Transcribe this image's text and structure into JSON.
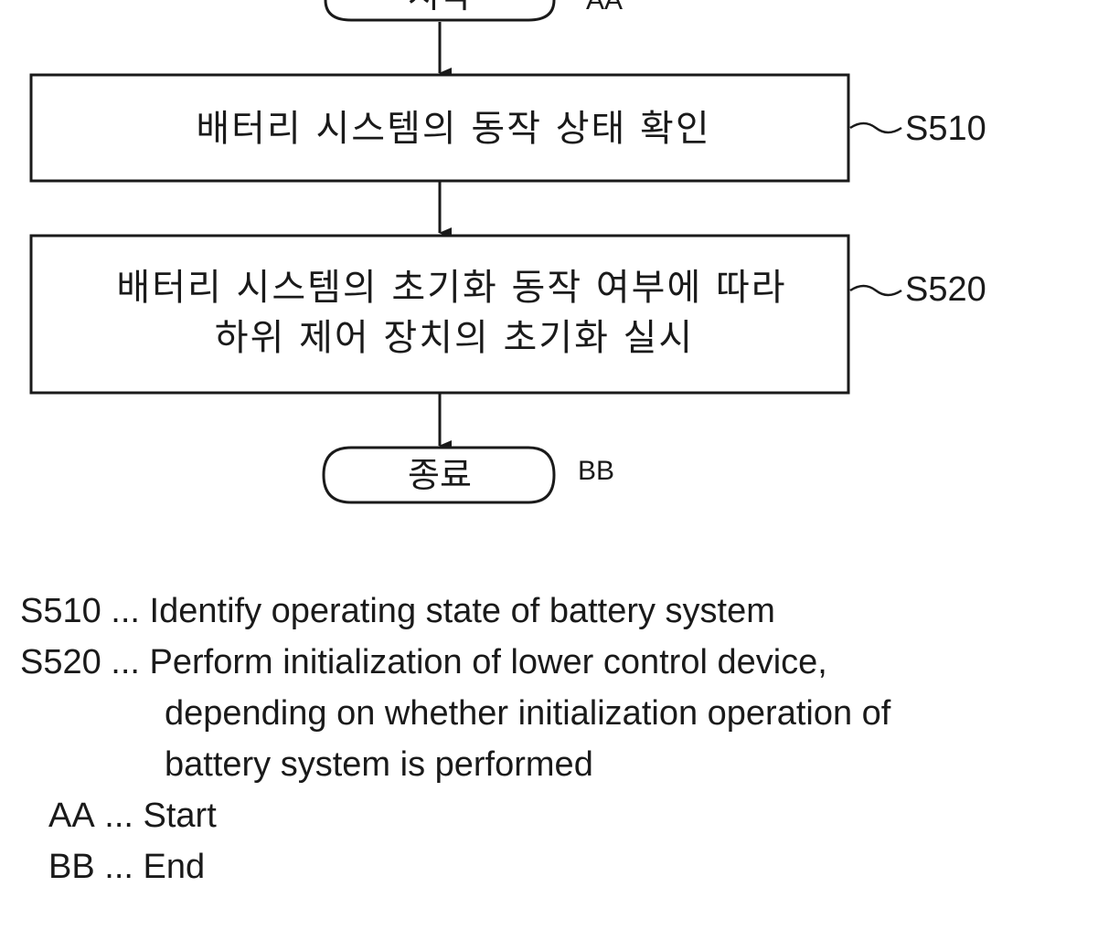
{
  "flowchart": {
    "start": {
      "label": "시작",
      "code": "AA"
    },
    "steps": [
      {
        "ref": "S510",
        "lines": [
          "배터리 시스템의 동작 상태 확인"
        ]
      },
      {
        "ref": "S520",
        "lines": [
          "배터리 시스템의 초기화 동작 여부에 따라",
          "하위 제어 장치의 초기화 실시"
        ]
      }
    ],
    "end": {
      "label": "종료",
      "code": "BB"
    }
  },
  "legend": [
    {
      "code": "S510",
      "sep": " ... ",
      "lines": [
        "Identify operating state of battery system"
      ]
    },
    {
      "code": "S520",
      "sep": " ... ",
      "lines": [
        "Perform initialization of lower control device,",
        "depending on whether initialization operation of",
        "battery system is performed"
      ]
    },
    {
      "code": "AA",
      "sep": " ... ",
      "lines": [
        "Start"
      ]
    },
    {
      "code": "BB",
      "sep": " ... ",
      "lines": [
        "End"
      ]
    }
  ]
}
